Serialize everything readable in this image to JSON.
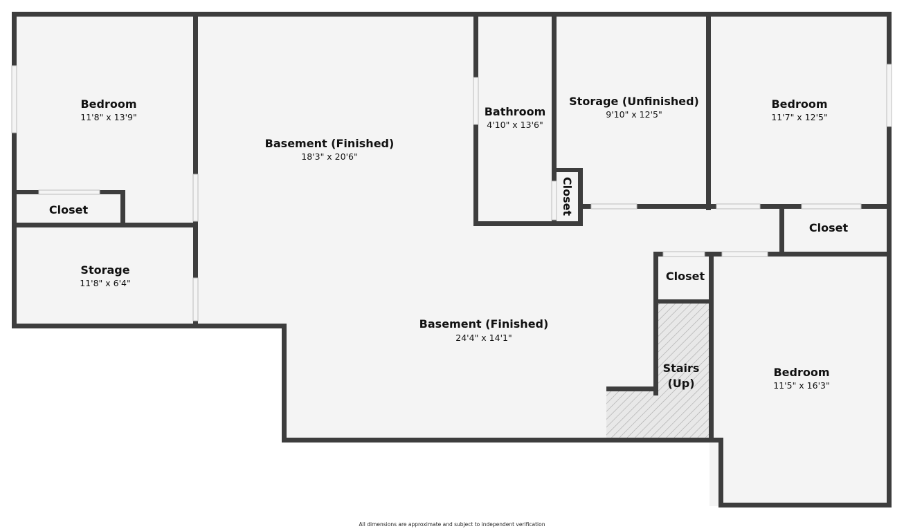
{
  "rooms": {
    "bedroom_1": {
      "name": "Bedroom",
      "dims": "11'8\" x 13'9\""
    },
    "closet_1": {
      "name": "Closet"
    },
    "storage": {
      "name": "Storage",
      "dims": "11'8\" x 6'4\""
    },
    "basement_upper": {
      "name": "Basement (Finished)",
      "dims": "18'3\" x 20'6\""
    },
    "bathroom": {
      "name": "Bathroom",
      "dims": "4'10\" x 13'6\""
    },
    "closet_bath": {
      "name": "Closet"
    },
    "storage_unfinished": {
      "name": "Storage (Unfinished)",
      "dims": "9'10\" x 12'5\""
    },
    "bedroom_2": {
      "name": "Bedroom",
      "dims": "11'7\" x 12'5\""
    },
    "closet_2": {
      "name": "Closet"
    },
    "closet_3": {
      "name": "Closet"
    },
    "basement_lower": {
      "name": "Basement (Finished)",
      "dims": "24'4\" x 14'1\""
    },
    "stairs": {
      "name_line1": "Stairs",
      "name_line2": "(Up)"
    },
    "bedroom_3": {
      "name": "Bedroom",
      "dims": "11'5\" x 16'3\""
    }
  },
  "footer": {
    "disclaimer": "All dimensions are approximate and subject to independent verification"
  },
  "colors": {
    "wall": "#3d3d3d",
    "floor": "#f4f4f4",
    "background": "#ffffff"
  }
}
